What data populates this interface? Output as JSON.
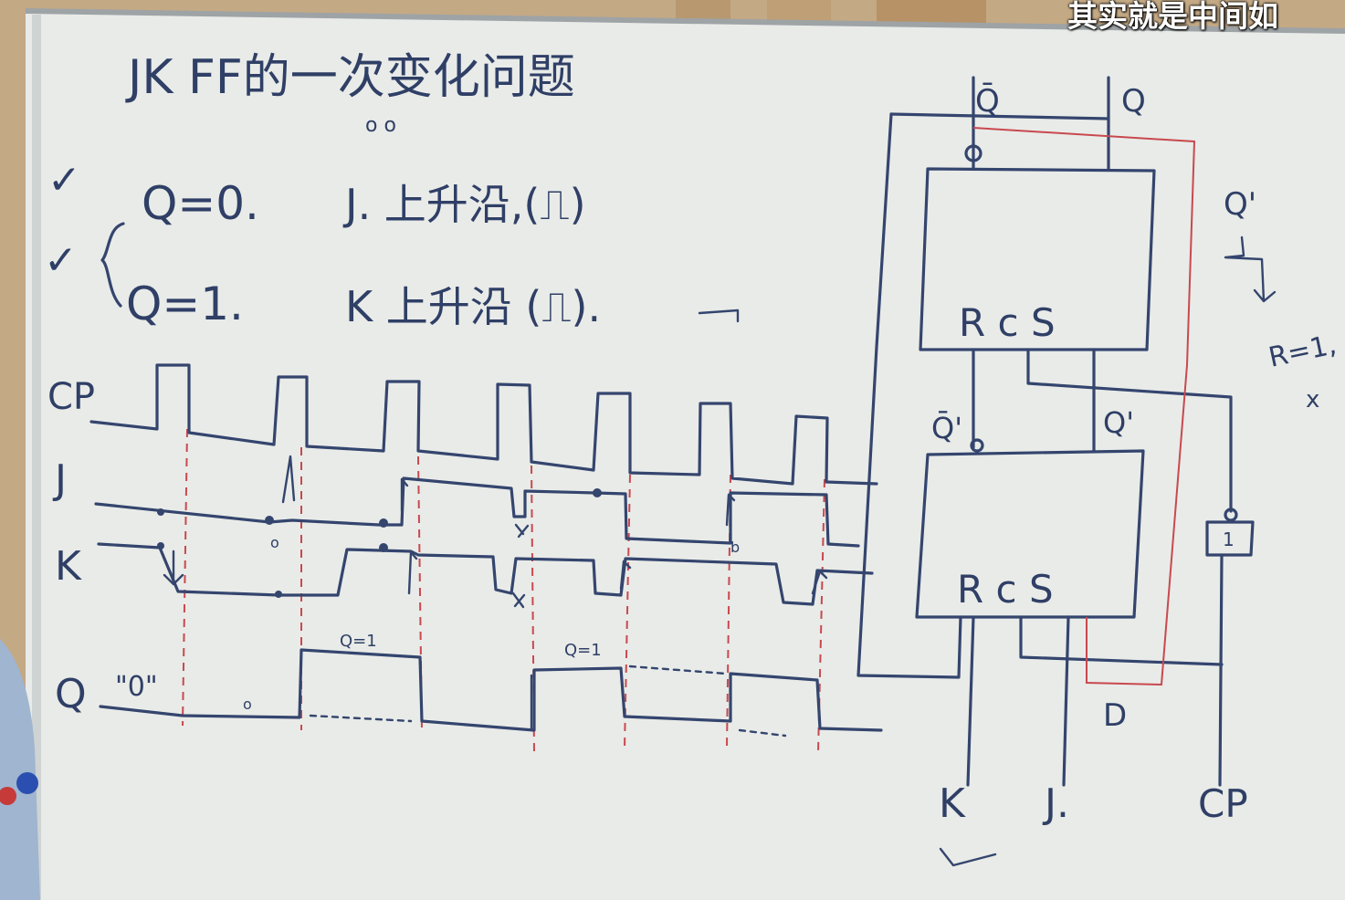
{
  "board": {
    "title": "JK FF的一次变化问题",
    "title_marks": "o o",
    "rule_checks": [
      "✓",
      "✓"
    ],
    "rules": [
      {
        "condition": "Q=0.",
        "text": "J. 上升沿,(⎍)"
      },
      {
        "condition": "Q=1.",
        "text": "K 上升沿 (⎍)."
      }
    ]
  },
  "timing": {
    "signals": [
      "CP",
      "J",
      "K",
      "Q"
    ],
    "q_initial": "\"0\"",
    "q_labels": [
      "Q=1",
      "Q=1"
    ],
    "notes": [
      "o",
      "o",
      "b"
    ]
  },
  "circuit": {
    "labels": {
      "qbar_top": "Q̄",
      "q_top": "Q",
      "qprime_side": "Q'",
      "qbar_prime": "Q̄'",
      "q_prime": "Q'",
      "upper_gate": "R  c  S",
      "lower_gate": "R  c  S",
      "inverter": "1",
      "r_note": "R=1,",
      "x_note": "x",
      "d_note": "D",
      "in_k": "K",
      "in_j": "J.",
      "in_cp": "CP"
    }
  },
  "subtitle": "其实就是中间如"
}
